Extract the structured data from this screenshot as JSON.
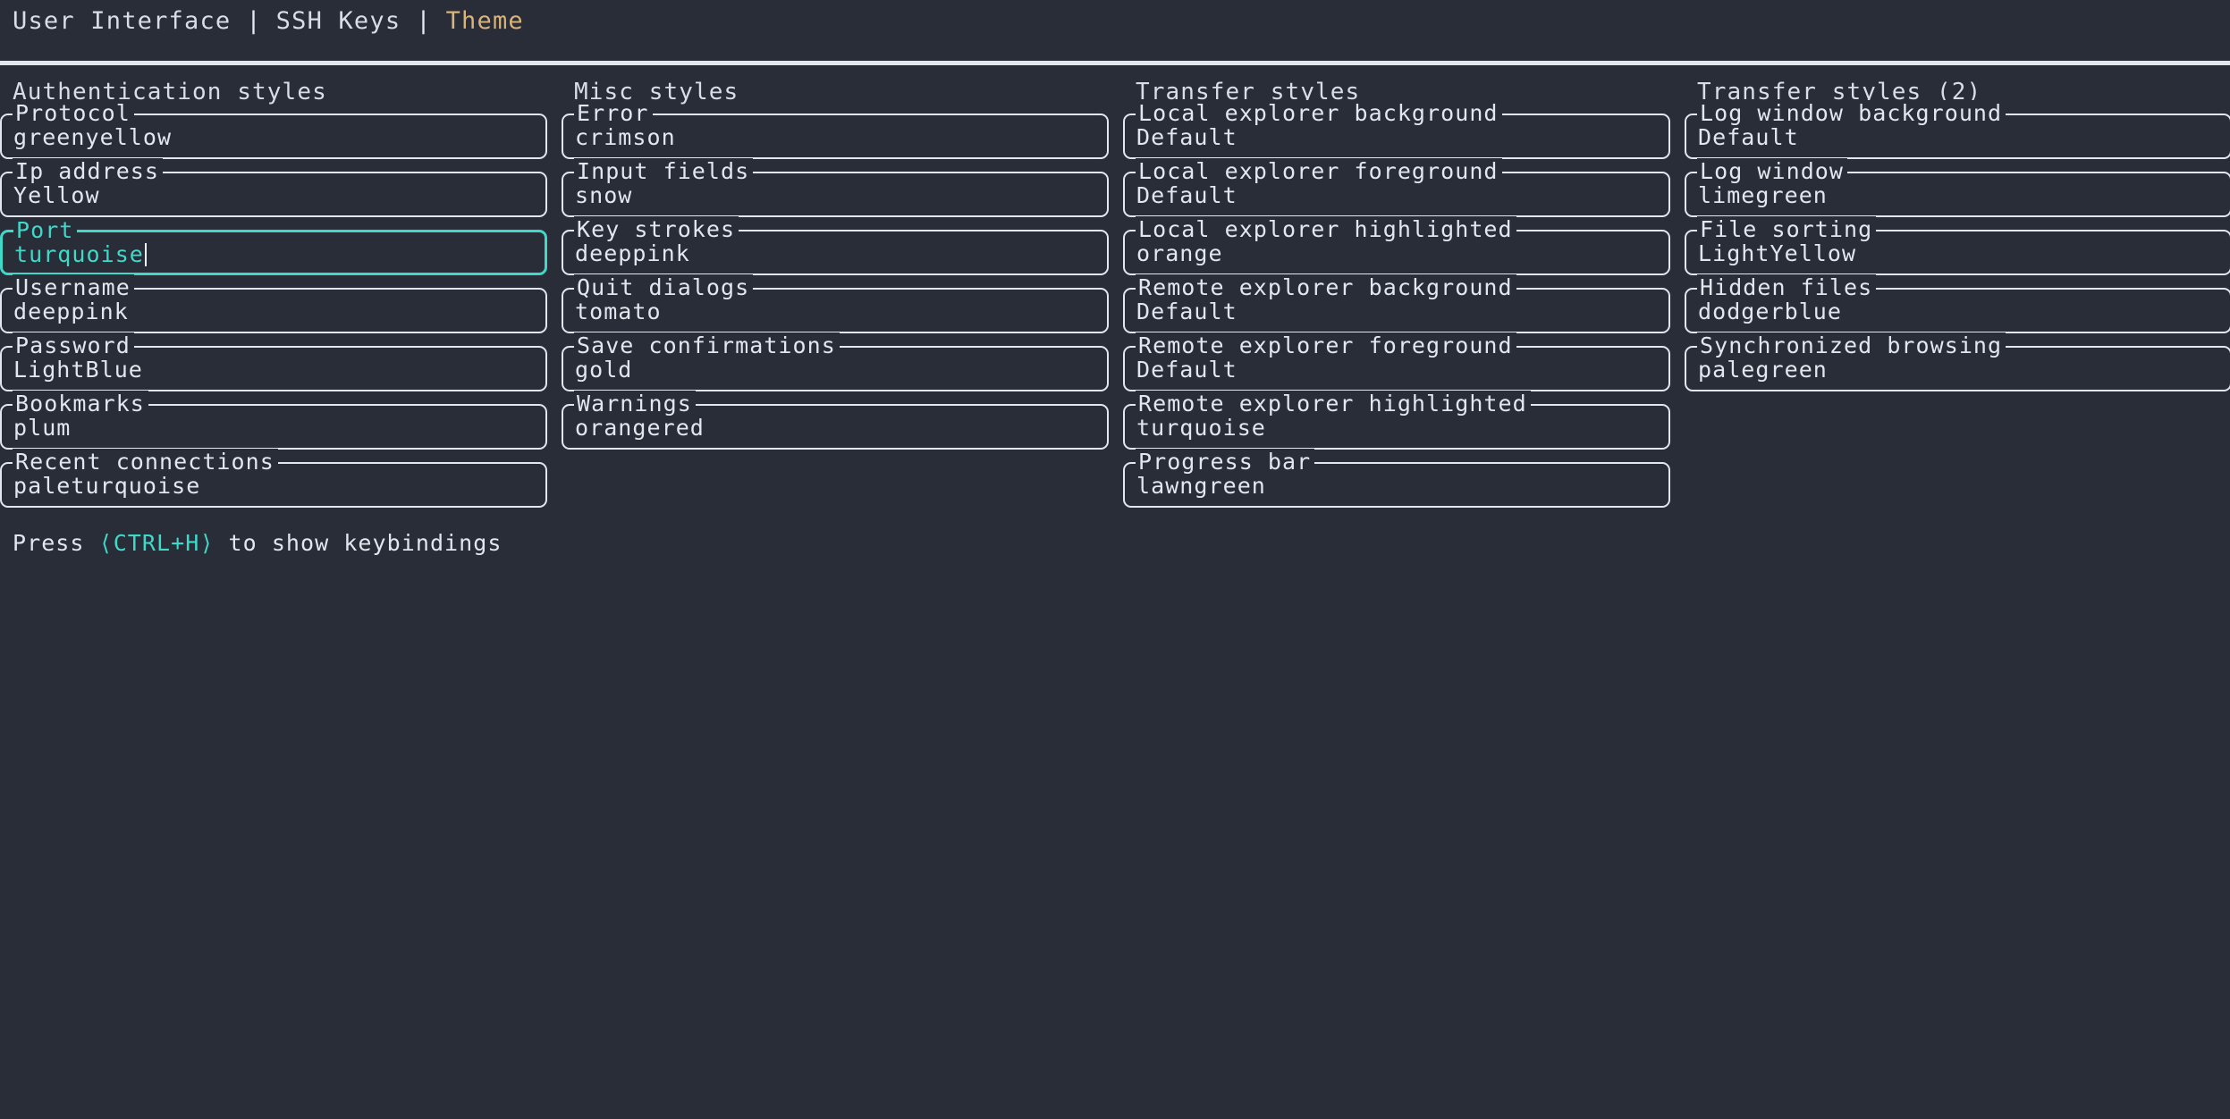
{
  "theme": {
    "background": "#282d38",
    "foreground": "#e2e7ee",
    "accent": "#3fd9c9",
    "active_tab": "#d9b37c",
    "divider": "#e2e7ee"
  },
  "tabs": {
    "separator": "|",
    "items": [
      {
        "label": "User Interface",
        "active": false
      },
      {
        "label": "SSH Keys",
        "active": false
      },
      {
        "label": "Theme",
        "active": true
      }
    ]
  },
  "columns": [
    {
      "title": "Authentication styles",
      "fields": [
        {
          "label": "Protocol",
          "value": "greenyellow",
          "focused": false
        },
        {
          "label": "Ip address",
          "value": "Yellow",
          "focused": false
        },
        {
          "label": "Port",
          "value": "turquoise",
          "focused": true
        },
        {
          "label": "Username",
          "value": "deeppink",
          "focused": false
        },
        {
          "label": "Password",
          "value": "LightBlue",
          "focused": false
        },
        {
          "label": "Bookmarks",
          "value": "plum",
          "focused": false
        },
        {
          "label": "Recent connections",
          "value": "paleturquoise",
          "focused": false
        }
      ]
    },
    {
      "title": "Misc styles",
      "fields": [
        {
          "label": "Error",
          "value": "crimson",
          "focused": false
        },
        {
          "label": "Input fields",
          "value": "snow",
          "focused": false
        },
        {
          "label": "Key strokes",
          "value": "deeppink",
          "focused": false
        },
        {
          "label": "Quit dialogs",
          "value": "tomato",
          "focused": false
        },
        {
          "label": "Save confirmations",
          "value": "gold",
          "focused": false
        },
        {
          "label": "Warnings",
          "value": "orangered",
          "focused": false
        }
      ]
    },
    {
      "title": "Transfer styles",
      "fields": [
        {
          "label": "Local explorer background",
          "value": "Default",
          "focused": false
        },
        {
          "label": "Local explorer foreground",
          "value": "Default",
          "focused": false
        },
        {
          "label": "Local explorer highlighted",
          "value": "orange",
          "focused": false
        },
        {
          "label": "Remote explorer background",
          "value": "Default",
          "focused": false
        },
        {
          "label": "Remote explorer foreground",
          "value": "Default",
          "focused": false
        },
        {
          "label": "Remote explorer highlighted",
          "value": "turquoise",
          "focused": false
        },
        {
          "label": "Progress bar",
          "value": "lawngreen",
          "focused": false
        }
      ]
    },
    {
      "title": "Transfer styles (2)",
      "fields": [
        {
          "label": "Log window background",
          "value": "Default",
          "focused": false
        },
        {
          "label": "Log window",
          "value": "limegreen",
          "focused": false
        },
        {
          "label": "File sorting",
          "value": "LightYellow",
          "focused": false
        },
        {
          "label": "Hidden files",
          "value": "dodgerblue",
          "focused": false
        },
        {
          "label": "Synchronized browsing",
          "value": "palegreen",
          "focused": false
        }
      ]
    }
  ],
  "hint": {
    "prefix": "Press ",
    "key": "⟨CTRL+H⟩",
    "suffix": " to show keybindings"
  }
}
